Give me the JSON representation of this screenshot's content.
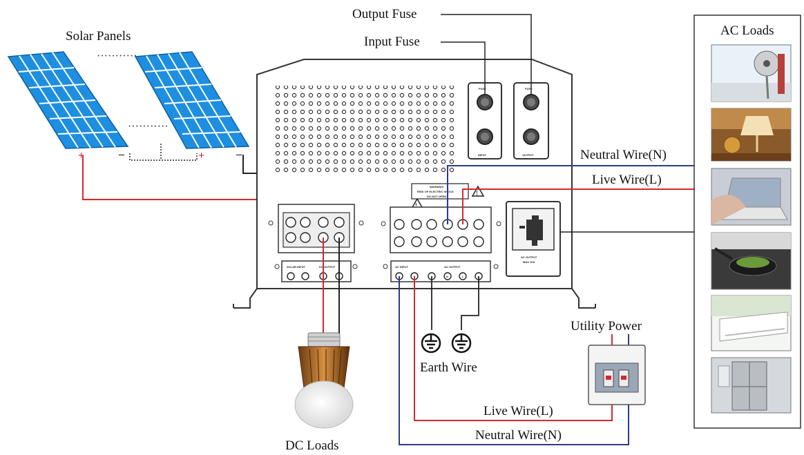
{
  "labels": {
    "solar_panels": "Solar Panels",
    "output_fuse": "Output  Fuse",
    "input_fuse": "Input  Fuse",
    "ac_loads": "AC Loads",
    "neutral_wire_top": "Neutral Wire(N)",
    "live_wire_top": "Live Wire(L)",
    "utility_power": "Utility Power",
    "earth_wire": "Earth Wire",
    "live_wire_bottom": "Live Wire(L)",
    "neutral_wire_bottom": "Neutral Wire(N)",
    "dc_loads": "DC Loads"
  },
  "panel_labels": {
    "fuse_left_top": "FUSE",
    "fuse_left_bottom": "INPUT",
    "fuse_right_top": "FUSE",
    "fuse_right_bottom": "OUTPUT",
    "warning_title": "WARNING!",
    "warning_line1": "RISK OF ELECTRIC SHOCK",
    "warning_line2": "DO NOT OPEN",
    "solar_input": "SOLAR INPUT",
    "dc_output": "DC OUTPUT",
    "ac_input": "AC INPUT",
    "ac_output": "AC OUTPUT",
    "socket_label1": "AC OUTPUT",
    "socket_label2": "MAX 10A",
    "n": "N",
    "l": "L"
  },
  "colors": {
    "live_wire": "#d8262c",
    "neutral_wire": "#2a3a8c",
    "black_wire": "#222222",
    "panel_blue": "#1e8fe0",
    "inverter_outline": "#333333"
  },
  "icons": {
    "earth_symbol": "earth-ground-icon",
    "warning": "warning-triangle-icon"
  },
  "ac_loads": [
    "fan",
    "lamp",
    "laptop",
    "induction-cooker",
    "air-conditioner",
    "refrigerator"
  ]
}
